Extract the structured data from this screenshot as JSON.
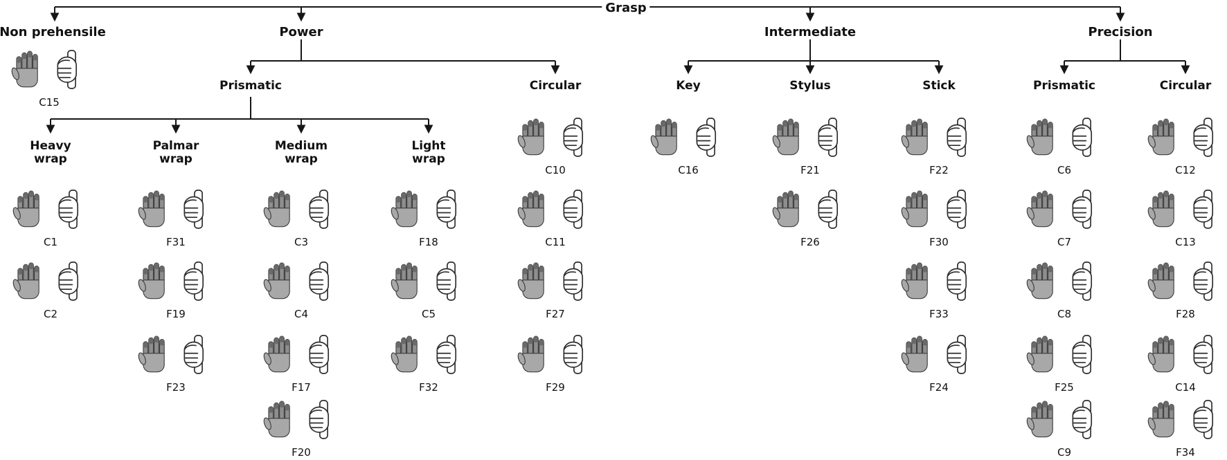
{
  "root": {
    "label": "Grasp"
  },
  "non_prehensile": {
    "label": "Non prehensile",
    "items": [
      "C15"
    ]
  },
  "power": {
    "label": "Power",
    "prismatic": {
      "label": "Prismatic",
      "heavy_wrap": {
        "label": "Heavy wrap",
        "items": [
          "C1",
          "C2"
        ]
      },
      "palmar_wrap": {
        "label": "Palmar wrap",
        "items": [
          "F31",
          "F19",
          "F23"
        ]
      },
      "medium_wrap": {
        "label": "Medium wrap",
        "items": [
          "C3",
          "C4",
          "F17",
          "F20"
        ]
      },
      "light_wrap": {
        "label": "Light wrap",
        "items": [
          "F18",
          "C5",
          "F32"
        ]
      }
    },
    "circular": {
      "label": "Circular",
      "items": [
        "C10",
        "C11",
        "F27",
        "F29"
      ]
    }
  },
  "intermediate": {
    "label": "Intermediate",
    "key": {
      "label": "Key",
      "items": [
        "C16"
      ]
    },
    "stylus": {
      "label": "Stylus",
      "items": [
        "F21",
        "F26"
      ]
    },
    "stick": {
      "label": "Stick",
      "items": [
        "F22",
        "F30",
        "F33",
        "F24"
      ]
    }
  },
  "precision": {
    "label": "Precision",
    "prismatic": {
      "label": "Prismatic",
      "items": [
        "C6",
        "C7",
        "C8",
        "F25",
        "C9"
      ]
    },
    "circular": {
      "label": "Circular",
      "items": [
        "C12",
        "C13",
        "F28",
        "C14",
        "F34"
      ]
    }
  },
  "icons": {
    "palm": "shaded-palm-hand",
    "object": "hand-grasping-object"
  },
  "colors": {
    "line": "#161616",
    "text": "#111111",
    "hand_shade": "#8e8e8e"
  }
}
